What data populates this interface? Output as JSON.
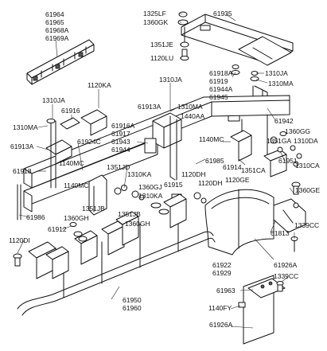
{
  "diagram": {
    "labels": [
      {
        "id": "p61964",
        "text": "61964"
      },
      {
        "id": "p61965",
        "text": "61965"
      },
      {
        "id": "p61968A",
        "text": "61968A"
      },
      {
        "id": "p61969A",
        "text": "61969A"
      },
      {
        "id": "p1325LF",
        "text": "1325LF"
      },
      {
        "id": "p1360GK_top",
        "text": "1360GK"
      },
      {
        "id": "p61935",
        "text": "61935"
      },
      {
        "id": "p1351JE",
        "text": "1351JE"
      },
      {
        "id": "p1120LU",
        "text": "1120LU"
      },
      {
        "id": "p1120KA",
        "text": "1120KA"
      },
      {
        "id": "p1310JA_left",
        "text": "1310JA"
      },
      {
        "id": "p61916",
        "text": "61916"
      },
      {
        "id": "p1310JA_mid",
        "text": "1310JA"
      },
      {
        "id": "p61918A",
        "text": "61918A"
      },
      {
        "id": "p61919",
        "text": "61919"
      },
      {
        "id": "p61944A",
        "text": "61944A"
      },
      {
        "id": "p61945",
        "text": "61945"
      },
      {
        "id": "p1310JA_right",
        "text": "1310JA"
      },
      {
        "id": "p1310MA_right",
        "text": "1310MA"
      },
      {
        "id": "p1310MA_left",
        "text": "1310MA"
      },
      {
        "id": "p61913A_mid",
        "text": "61913A"
      },
      {
        "id": "p1310MA_mid",
        "text": "1310MA"
      },
      {
        "id": "p1440AA",
        "text": "1440AA"
      },
      {
        "id": "p61942",
        "text": "61942"
      },
      {
        "id": "p61916A",
        "text": "61916A"
      },
      {
        "id": "p61917",
        "text": "61917"
      },
      {
        "id": "p61943",
        "text": "61943"
      },
      {
        "id": "p61944",
        "text": "61944"
      },
      {
        "id": "p1360GG",
        "text": "1360GG"
      },
      {
        "id": "p1351GA",
        "text": "1351GA"
      },
      {
        "id": "p1310DA",
        "text": "1310DA"
      },
      {
        "id": "p61913A_left",
        "text": "61913A"
      },
      {
        "id": "p61924C",
        "text": "61924C"
      },
      {
        "id": "p1140MC_mid",
        "text": "1140MC"
      },
      {
        "id": "p1140MC_left1",
        "text": "1140MC"
      },
      {
        "id": "p61985",
        "text": "61985"
      },
      {
        "id": "p61951",
        "text": "61951"
      },
      {
        "id": "p1310CA",
        "text": "1310CA"
      },
      {
        "id": "p61918",
        "text": "61918"
      },
      {
        "id": "p1351JD",
        "text": "1351JD"
      },
      {
        "id": "p1310KA_1",
        "text": "1310KA"
      },
      {
        "id": "p1120DH_1",
        "text": "1120DH"
      },
      {
        "id": "p61914",
        "text": "61914"
      },
      {
        "id": "p1351CA",
        "text": "1351CA"
      },
      {
        "id": "p1140MC_left2",
        "text": "1140MC"
      },
      {
        "id": "p61915",
        "text": "61915"
      },
      {
        "id": "p1120DH_2",
        "text": "1120DH"
      },
      {
        "id": "p1120GE",
        "text": "1120GE"
      },
      {
        "id": "p1360GE",
        "text": "1360GE"
      },
      {
        "id": "p1360GJ",
        "text": "1360GJ"
      },
      {
        "id": "p1310KA_2",
        "text": "1310KA"
      },
      {
        "id": "p61986",
        "text": "61986"
      },
      {
        "id": "p1351JB_1",
        "text": "1351JB"
      },
      {
        "id": "p1351JB_2",
        "text": "1351JB"
      },
      {
        "id": "p1339CC_1",
        "text": "1339CC"
      },
      {
        "id": "p1360GH_1",
        "text": "1360GH"
      },
      {
        "id": "p1360GH_2",
        "text": "1360GH"
      },
      {
        "id": "p61912",
        "text": "61912"
      },
      {
        "id": "p61813",
        "text": "61813"
      },
      {
        "id": "p1120DI",
        "text": "1120DI"
      },
      {
        "id": "p61922",
        "text": "61922"
      },
      {
        "id": "p61929",
        "text": "61929"
      },
      {
        "id": "p61926A_1",
        "text": "61926A"
      },
      {
        "id": "p1339CC_2",
        "text": "1339CC"
      },
      {
        "id": "p61950",
        "text": "61950"
      },
      {
        "id": "p61960",
        "text": "61960"
      },
      {
        "id": "p61963",
        "text": "61963"
      },
      {
        "id": "p1140FY",
        "text": "1140FY"
      },
      {
        "id": "p61926A_2",
        "text": "61926A"
      }
    ]
  }
}
